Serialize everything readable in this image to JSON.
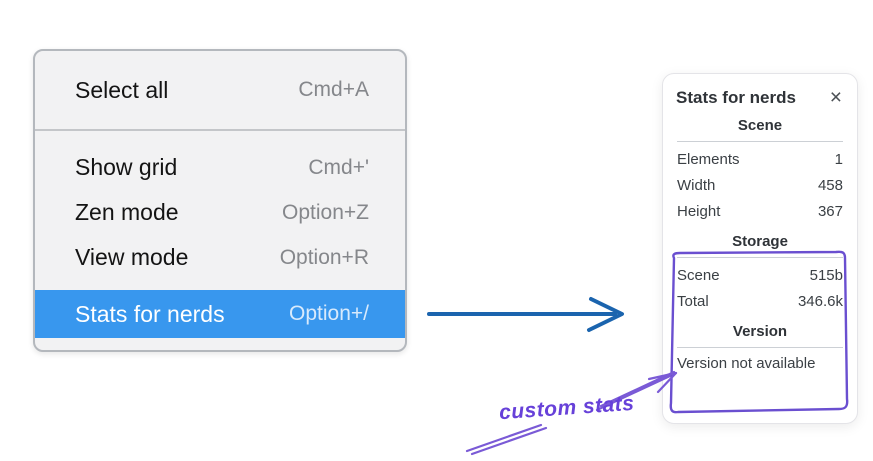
{
  "menu": {
    "items": [
      {
        "label": "Select all",
        "shortcut": "Cmd+A"
      },
      {
        "label": "Show grid",
        "shortcut": "Cmd+'"
      },
      {
        "label": "Zen mode",
        "shortcut": "Option+Z"
      },
      {
        "label": "View mode",
        "shortcut": "Option+R"
      },
      {
        "label": "Stats for nerds",
        "shortcut": "Option+/"
      }
    ],
    "highlighted_item": "Stats for nerds"
  },
  "panel": {
    "title": "Stats for nerds",
    "close_icon": "×",
    "sections": [
      {
        "header": "Scene",
        "rows": [
          {
            "label": "Elements",
            "value": "1"
          },
          {
            "label": "Width",
            "value": "458"
          },
          {
            "label": "Height",
            "value": "367"
          }
        ]
      },
      {
        "header": "Storage",
        "rows": [
          {
            "label": "Scene",
            "value": "515b"
          },
          {
            "label": "Total",
            "value": "346.6k"
          }
        ]
      },
      {
        "header": "Version",
        "note": "Version not available"
      }
    ]
  },
  "annotation": {
    "label": "custom stats"
  },
  "colors": {
    "menu_background": "#f2f2f3",
    "menu_highlight": "#3897ee",
    "pointer_arrow_blue": "#1b64ae",
    "annotation_violet": "#6741d9"
  }
}
